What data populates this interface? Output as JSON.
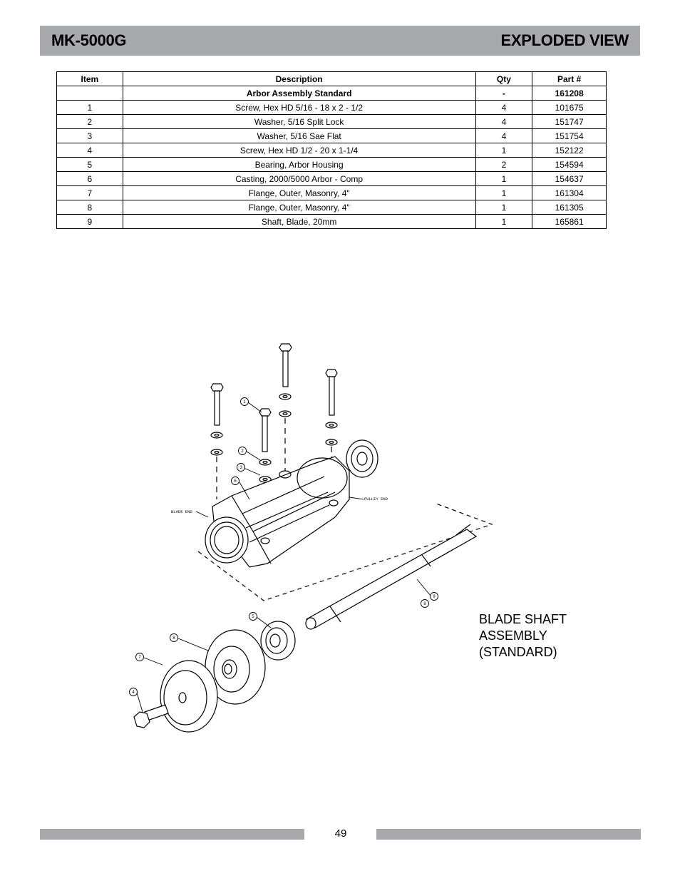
{
  "header": {
    "model": "MK-5000G",
    "section": "EXPLODED VIEW"
  },
  "table": {
    "headers": [
      "Item",
      "Description",
      "Qty",
      "Part #"
    ],
    "assembly_row": {
      "item": "",
      "description": "Arbor Assembly Standard",
      "qty": "-",
      "part": "161208"
    },
    "rows": [
      {
        "item": "1",
        "description": "Screw, Hex HD 5/16 - 18 x 2 - 1/2",
        "qty": "4",
        "part": "101675"
      },
      {
        "item": "2",
        "description": "Washer, 5/16 Split Lock",
        "qty": "4",
        "part": "151747"
      },
      {
        "item": "3",
        "description": "Washer, 5/16 Sae Flat",
        "qty": "4",
        "part": "151754"
      },
      {
        "item": "4",
        "description": "Screw, Hex HD 1/2 - 20 x 1-1/4",
        "qty": "1",
        "part": "152122"
      },
      {
        "item": "5",
        "description": "Bearing, Arbor Housing",
        "qty": "2",
        "part": "154594"
      },
      {
        "item": "6",
        "description": "Casting, 2000/5000 Arbor - Comp",
        "qty": "1",
        "part": "154637"
      },
      {
        "item": "7",
        "description": "Flange, Outer, Masonry, 4\"",
        "qty": "1",
        "part": "161304"
      },
      {
        "item": "8",
        "description": "Flange, Outer, Masonry, 4\"",
        "qty": "1",
        "part": "161305"
      },
      {
        "item": "9",
        "description": "Shaft, Blade, 20mm",
        "qty": "1",
        "part": "165861"
      }
    ]
  },
  "drawing": {
    "labels": {
      "blade_end": "BLADE END",
      "pulley_end": "PULLEY END"
    },
    "callouts": [
      "1",
      "2",
      "3",
      "4",
      "5",
      "6",
      "7",
      "8",
      "9",
      "8"
    ]
  },
  "caption": {
    "line1": "BLADE SHAFT",
    "line2": "ASSEMBLY",
    "line3": "(STANDARD)"
  },
  "footer": {
    "page": "49"
  },
  "colors": {
    "bar": "#a7a9ac"
  }
}
